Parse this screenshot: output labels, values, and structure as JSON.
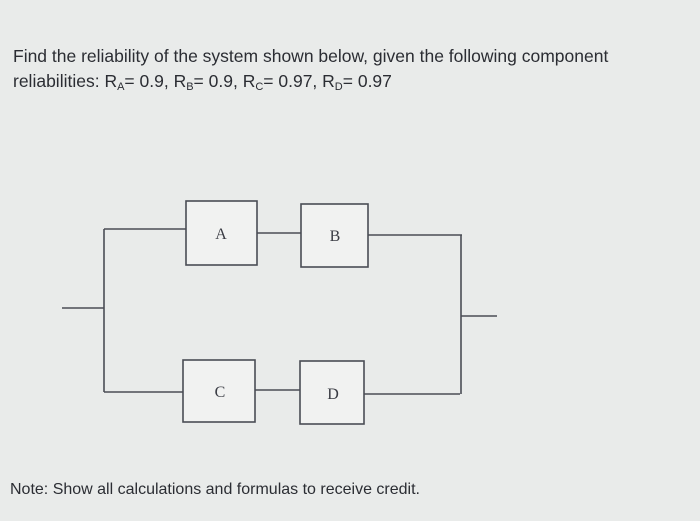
{
  "question": {
    "line1": "Find the reliability of the system shown below, given the following component",
    "line2_prefix": "reliabilities: ",
    "reliabilities": [
      {
        "symbol": "R",
        "sub": "A",
        "value": "= 0.9, "
      },
      {
        "symbol": "R",
        "sub": "B",
        "value": "= 0.9, "
      },
      {
        "symbol": "R",
        "sub": "C",
        "value": "= 0.97, "
      },
      {
        "symbol": "R",
        "sub": "D",
        "value": "= 0.97"
      }
    ]
  },
  "diagram": {
    "components": {
      "a": "A",
      "b": "B",
      "c": "C",
      "d": "D"
    }
  },
  "note": "Note: Show all calculations and formulas to receive credit."
}
